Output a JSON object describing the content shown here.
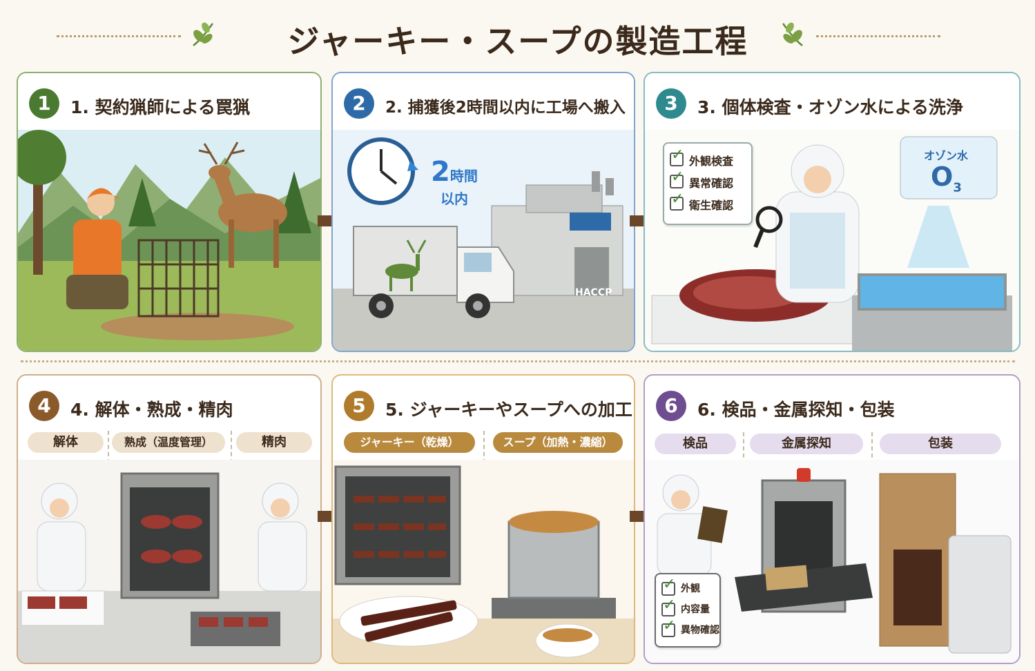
{
  "title": "ジャーキー・スープの製造工程",
  "steps": [
    {
      "num": "1",
      "title": "1. 契約猟師による罠猟",
      "color": "#4a7a2f",
      "border": "#8eb071"
    },
    {
      "num": "2",
      "title": "2. 捕獲後2時間以内に工場へ搬入",
      "color": "#2f6aa8",
      "border": "#7fa6cf",
      "time_big": "2",
      "time_unit": "時間",
      "time_sub": "以内",
      "factory_sign": "HACCP"
    },
    {
      "num": "3",
      "title": "3. 個体検査・オゾン水による洗浄",
      "color": "#2e8a8f",
      "border": "#86bcc0",
      "checks": [
        "外観検査",
        "異常確認",
        "衛生確認"
      ],
      "ozone_label": "オゾン水",
      "ozone_formula": "O",
      "ozone_sub": "3"
    },
    {
      "num": "4",
      "title": "4. 解体・熟成・精肉",
      "color": "#8b5a2b",
      "border": "#cfae8d",
      "pills": [
        "解体",
        "熟成（温度管理）",
        "精肉"
      ]
    },
    {
      "num": "5",
      "title": "5. ジャーキーやスープへの加工",
      "color": "#b07c2c",
      "border": "#dcb97d",
      "pills": [
        "ジャーキー（乾燥）",
        "スープ（加熱・濃縮）"
      ]
    },
    {
      "num": "6",
      "title": "6. 検品・金属探知・包装",
      "color": "#6f4d91",
      "border": "#b29cc9",
      "pills": [
        "検品",
        "金属探知",
        "包装"
      ],
      "checks": [
        "外観",
        "内容量",
        "異物確認"
      ]
    }
  ]
}
